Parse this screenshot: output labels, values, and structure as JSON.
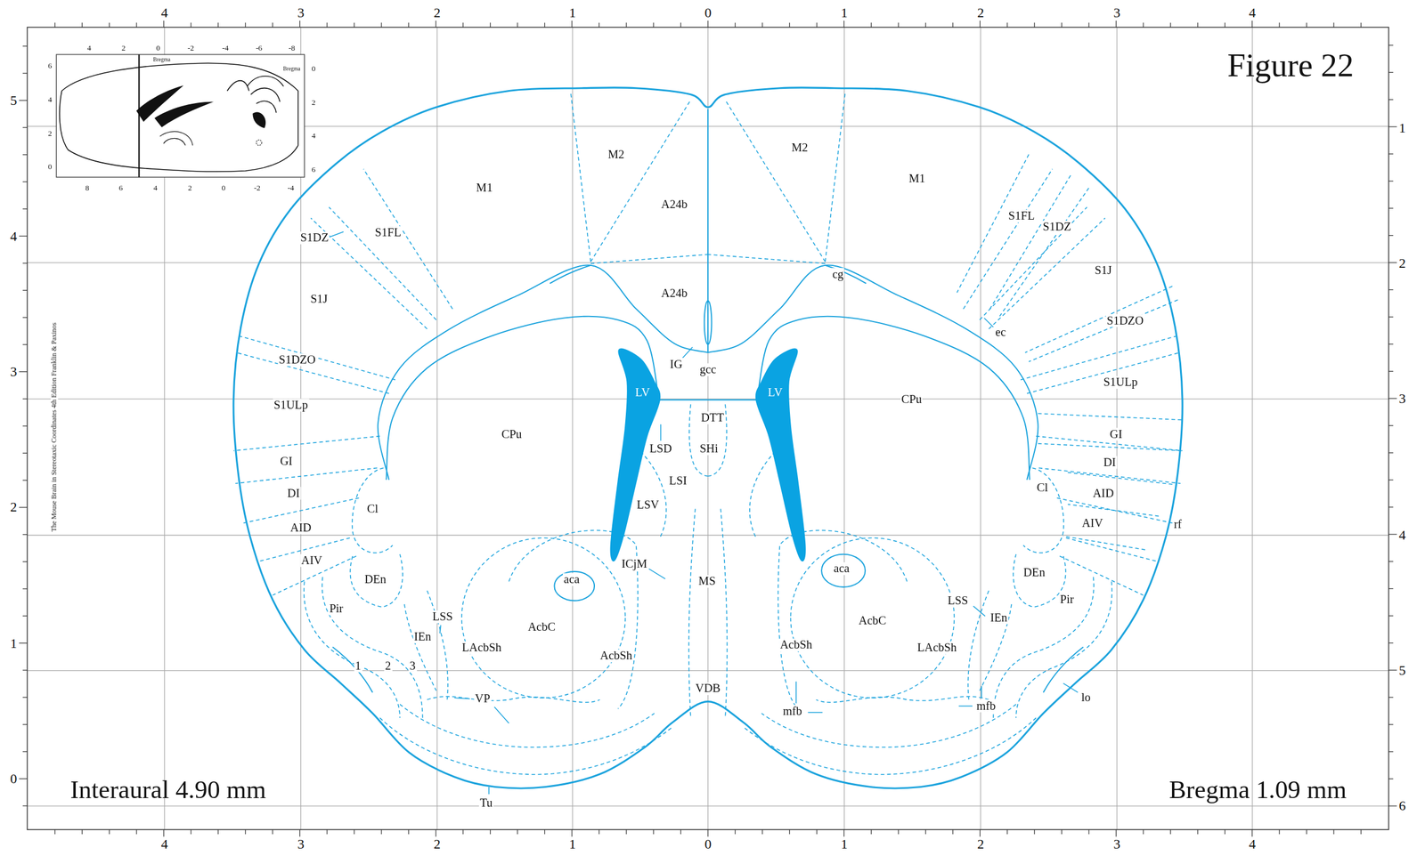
{
  "diagram": {
    "title": "Figure 22",
    "labels": [
      "4",
      "3",
      "2",
      "1",
      "0",
      "1",
      "2",
      "3",
      "4",
      "4",
      "3",
      "2",
      "1",
      "0",
      "1",
      "2",
      "3",
      "4",
      "5",
      "4",
      "3",
      "2",
      "1",
      "0",
      "1",
      "2",
      "3",
      "4",
      "5",
      "6",
      "4",
      "2",
      "0",
      "-2",
      "-4",
      "-6",
      "-8",
      "6",
      "4",
      "2",
      "0",
      "8",
      "6",
      "4",
      "2",
      "0",
      "-2",
      "-4",
      "0",
      "2",
      "4",
      "6",
      "Bregma",
      "Bregma",
      "The Mouse Brain in Stereotaxic Coordinates 4th Edition Franklin & Paxinos",
      "M2",
      "M2",
      "M1",
      "M1",
      "A24b",
      "A24b",
      "S1DZ",
      "S1FL",
      "S1FL",
      "S1DZ",
      "S1J",
      "S1J",
      "cg",
      "S1DZO",
      "ec",
      "S1DZO",
      "IG",
      "gcc",
      "LV",
      "LV",
      "CPu",
      "S1ULp",
      "S1ULp",
      "CPu",
      "DTT",
      "GI",
      "LSD",
      "SHi",
      "GI",
      "DI",
      "LSI",
      "Cl",
      "DI",
      "AID",
      "Cl",
      "LSV",
      "AIV",
      "rf",
      "AID",
      "AIV",
      "ICjM",
      "aca",
      "aca",
      "MS",
      "DEn",
      "DEn",
      "LSS",
      "Pir",
      "Pir",
      "IEn",
      "AcbC",
      "AcbC",
      "LSS",
      "IEn",
      "LAcbSh",
      "LAcbSh",
      "AcbSh",
      "AcbSh",
      "1",
      "2",
      "3",
      "lo",
      "VDB",
      "VP",
      "mfb",
      "mfb",
      "Tu",
      "Interaural 4.90 mm",
      "Bregma 1.09 mm"
    ]
  }
}
